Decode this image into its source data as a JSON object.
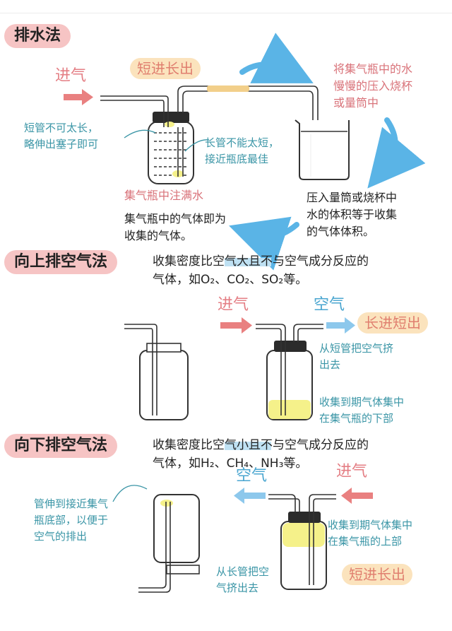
{
  "section1": {
    "heading": "排水法",
    "inlet_label": "进气",
    "badge": "短进长出",
    "note_short_tube": [
      "短管不可太长，",
      "略伸出塞子即可"
    ],
    "note_long_tube": [
      "长管不能太短，",
      "接近瓶底最佳"
    ],
    "fill_water": "集气瓶中注满水",
    "gas_collected": [
      "集气瓶中的气体即为",
      "收集的气体。"
    ],
    "press_water": [
      "将集气瓶中的水",
      "慢慢的压入烧杯",
      "或量筒中"
    ],
    "volume_note": [
      "压入量筒或烧杯中",
      "水的体积等于收集",
      "的气体体积。"
    ]
  },
  "section2": {
    "heading": "向上排空气法",
    "desc_line1": "收集密度比空气大且不与空气成分反应的",
    "desc_line2": "气体，如O₂、CO₂、SO₂等。",
    "inlet_label": "进气",
    "air_label": "空气",
    "badge": "长进短出",
    "note_push": [
      "从短管把空气挤",
      "出去"
    ],
    "note_collect": [
      "收集到期气体集中",
      "在集气瓶的下部"
    ]
  },
  "section3": {
    "heading": "向下排空气法",
    "desc_line1": "收集密度比空气小且不与空气成分反应的",
    "desc_line2": "气体，如H₂、CH₄、NH₃等。",
    "air_label": "空气",
    "inlet_label": "进气",
    "note_tube": [
      "管伸到接近集气",
      "瓶底部，以便于",
      "空气的排出"
    ],
    "note_collect": [
      "收集到期气体集中",
      "在集气瓶的上部"
    ],
    "note_push": [
      "从长管把空",
      "气挤出去"
    ],
    "badge": "短进长出"
  },
  "colors": {
    "heading_bg": "#f6c4c4",
    "badge_bg": "#fbe3bd",
    "note_blue": "#3a95a6",
    "note_red": "#d9737a",
    "arrow_blue": "#5ab4e6",
    "arrow_red": "#e98080",
    "gas_yellow": "#f5f18a"
  },
  "icons": [
    "red-inlet-arrow",
    "blue-outlet-arrow",
    "curved-cycle-arrow",
    "gas-bottle",
    "beaker"
  ]
}
